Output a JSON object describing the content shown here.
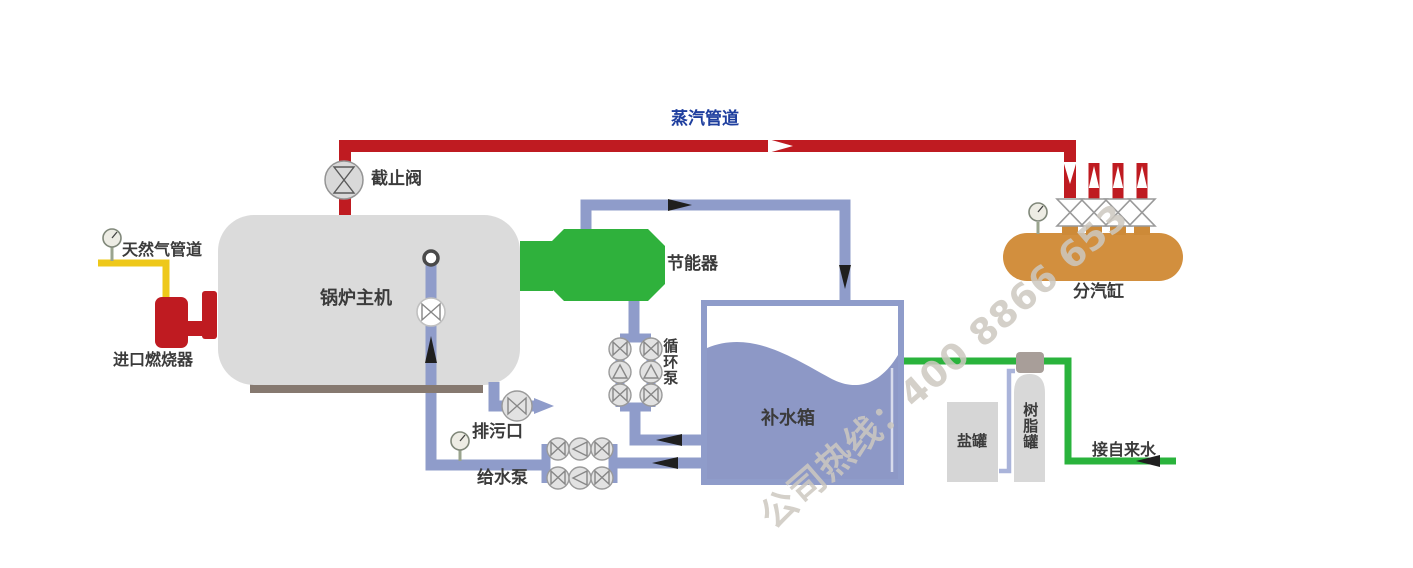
{
  "diagram": {
    "watermark": "公司热线：400 8866 653",
    "labels": {
      "steam_pipeline": "蒸汽管道",
      "stop_valve": "截止阀",
      "natural_gas_pipeline": "天然气管道",
      "imported_burner": "进口燃烧器",
      "boiler_main_unit": "锅炉主机",
      "economizer": "节能器",
      "circulation_pump": "循环泵",
      "drain_outlet": "排污口",
      "feed_water_pump": "给水泵",
      "makeup_water_tank": "补水箱",
      "salt_tank": "盐罐",
      "resin_tank": "树脂罐",
      "tap_water_inlet": "接自来水",
      "steam_distributor": "分汽缸"
    },
    "colors": {
      "steam_pipe_red": "#bf1b21",
      "water_pipe_blue": "#8f9cca",
      "tank_water_blue": "#8d98c6",
      "gas_pipe_yellow": "#eec81a",
      "tap_pipe_green": "#2ab33c",
      "economizer_green": "#2fb13c",
      "distributor_orange": "#d28f3e",
      "boiler_gray": "#dbdbdb",
      "boiler_base_brown": "#867970",
      "burner_red": "#bf1b21",
      "tank_gray": "#d6d6d6",
      "resin_cap_gray": "#a89e99",
      "label_dark": "#3b3b3b",
      "steam_label_blue": "#1e3e9e"
    }
  }
}
